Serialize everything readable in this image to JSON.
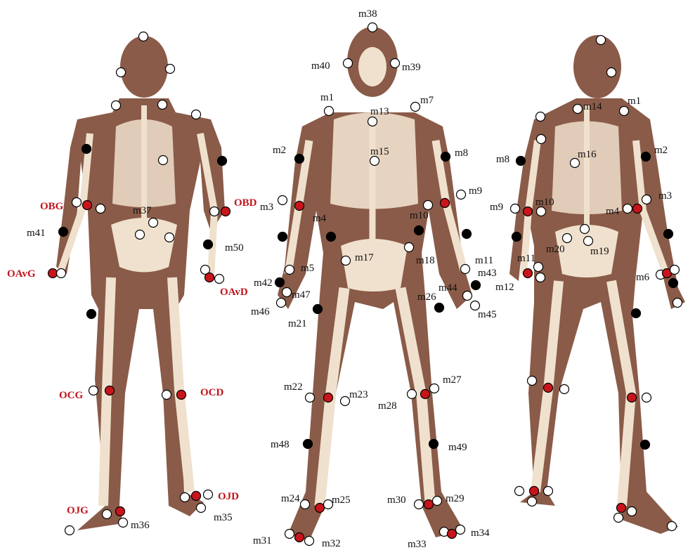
{
  "colors": {
    "skin": "#8a5b48",
    "skin_dark": "#6b4133",
    "bone": "#efe1cd",
    "bone_shadow": "#d4bfa4",
    "marker_white": "#ffffff",
    "marker_black": "#000000",
    "marker_red": "#c8151b",
    "label_red": "#c0141b"
  },
  "figures": [
    "back-left view",
    "front view",
    "back-right view"
  ],
  "labels": {
    "m1": "m1",
    "m2": "m2",
    "m3": "m3",
    "m4": "m4",
    "m5": "m5",
    "m6": "m6",
    "m7": "m7",
    "m8": "m8",
    "m9": "m9",
    "m10": "m10",
    "m11": "m11",
    "m12": "m12",
    "m13": "m13",
    "m14": "m14",
    "m15": "m15",
    "m16": "m16",
    "m17": "m17",
    "m18": "m18",
    "m19": "m19",
    "m20": "m20",
    "m21": "m21",
    "m22": "m22",
    "m23": "m23",
    "m24": "m24",
    "m25": "m25",
    "m26": "m26",
    "m27": "m27",
    "m28": "m28",
    "m29": "m29",
    "m30": "m30",
    "m31": "m31",
    "m32": "m32",
    "m33": "m33",
    "m34": "m34",
    "m35": "m35",
    "m36": "m36",
    "m37": "m37",
    "m38": "m38",
    "m39": "m39",
    "m40": "m40",
    "m41": "m41",
    "m42": "m42",
    "m43": "m43",
    "m44": "m44",
    "m45": "m45",
    "m46": "m46",
    "m47": "m47",
    "m48": "m48",
    "m49": "m49",
    "m50": "m50",
    "OBG": "OBG",
    "OBD": "OBD",
    "OAvG": "OAvG",
    "OAvD": "OAvD",
    "OCG": "OCG",
    "OCD": "OCD",
    "OJG": "OJG",
    "OJD": "OJD"
  }
}
